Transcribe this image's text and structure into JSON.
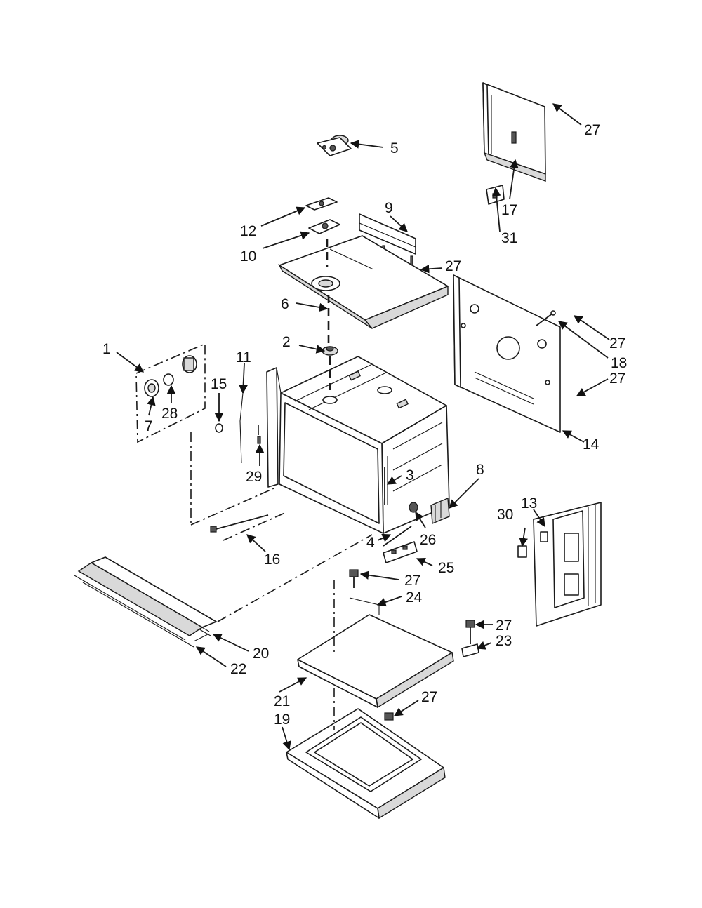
{
  "callouts": [
    {
      "id": "c1",
      "text": "1"
    },
    {
      "id": "c2",
      "text": "2"
    },
    {
      "id": "c3",
      "text": "3"
    },
    {
      "id": "c4",
      "text": "4"
    },
    {
      "id": "c5",
      "text": "5"
    },
    {
      "id": "c6",
      "text": "6"
    },
    {
      "id": "c7",
      "text": "7"
    },
    {
      "id": "c8",
      "text": "8"
    },
    {
      "id": "c9",
      "text": "9"
    },
    {
      "id": "c10",
      "text": "10"
    },
    {
      "id": "c11",
      "text": "11"
    },
    {
      "id": "c12",
      "text": "12"
    },
    {
      "id": "c13",
      "text": "13"
    },
    {
      "id": "c14",
      "text": "14"
    },
    {
      "id": "c15",
      "text": "15"
    },
    {
      "id": "c16",
      "text": "16"
    },
    {
      "id": "c17",
      "text": "17"
    },
    {
      "id": "c18",
      "text": "18"
    },
    {
      "id": "c19",
      "text": "19"
    },
    {
      "id": "c20",
      "text": "20"
    },
    {
      "id": "c21",
      "text": "21"
    },
    {
      "id": "c22",
      "text": "22"
    },
    {
      "id": "c23",
      "text": "23"
    },
    {
      "id": "c24",
      "text": "24"
    },
    {
      "id": "c25",
      "text": "25"
    },
    {
      "id": "c26",
      "text": "26"
    },
    {
      "id": "c27a",
      "text": "27"
    },
    {
      "id": "c27b",
      "text": "27"
    },
    {
      "id": "c27c",
      "text": "27"
    },
    {
      "id": "c27d",
      "text": "27"
    },
    {
      "id": "c27e",
      "text": "27"
    },
    {
      "id": "c27f",
      "text": "27"
    },
    {
      "id": "c27g",
      "text": "27"
    },
    {
      "id": "c28",
      "text": "28"
    },
    {
      "id": "c29",
      "text": "29"
    },
    {
      "id": "c30",
      "text": "30"
    },
    {
      "id": "c31",
      "text": "31"
    }
  ]
}
